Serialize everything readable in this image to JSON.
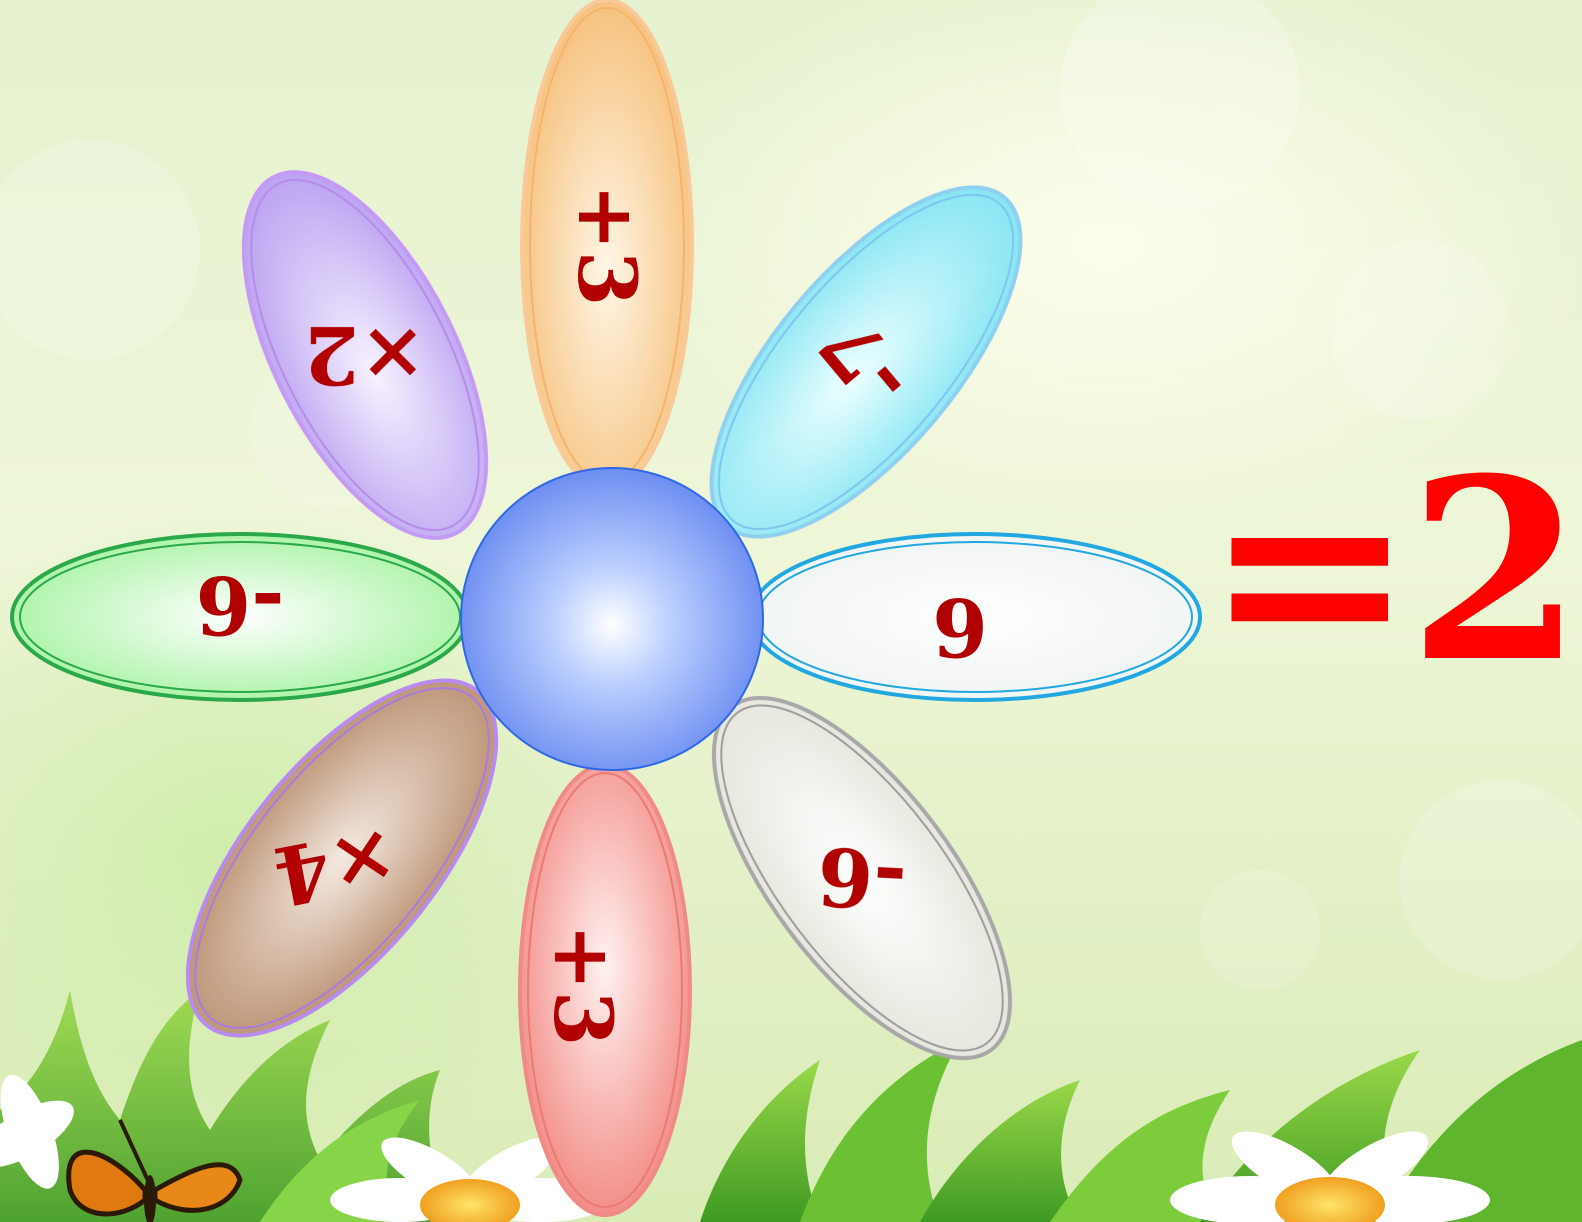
{
  "petals": {
    "top": "+3",
    "top_left": "×2",
    "top_right": "-7",
    "left": "-6",
    "right": "6",
    "bottom_left": "×4",
    "bottom": "+3",
    "bottom_right": "-6"
  },
  "result": "=2",
  "colors": {
    "petal_text": "#b00000",
    "result_text": "#ff0000",
    "center": "#6f95f5",
    "petal_top": "#f7c27d",
    "petal_top_left": "#bda6f0",
    "petal_top_right": "#7fe6f4",
    "petal_left": "#aef5a6",
    "petal_right": "#ffffff",
    "petal_bottom_left": "#b58a68",
    "petal_bottom": "#f4928c",
    "petal_bottom_right": "#e4e4dc"
  }
}
